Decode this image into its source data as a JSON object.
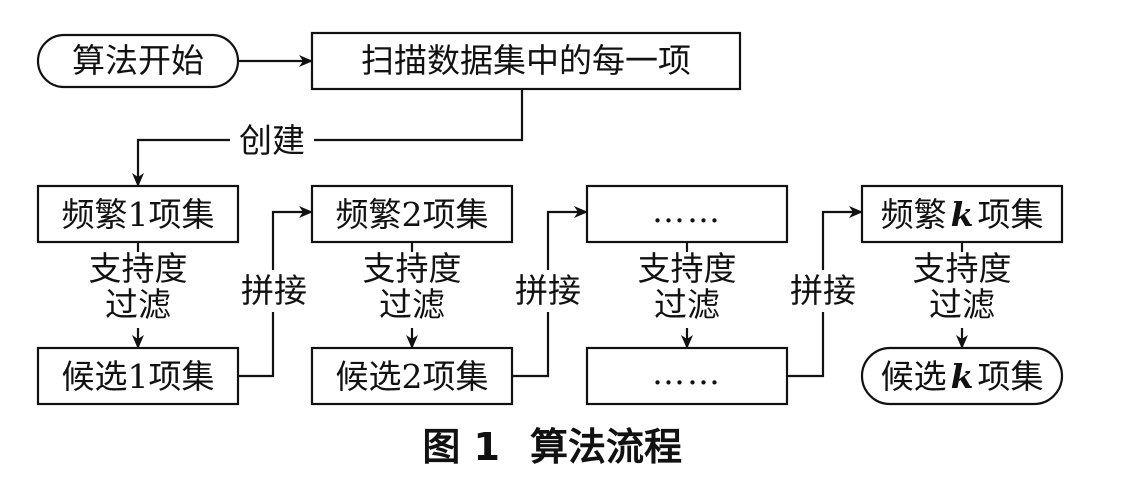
{
  "nodes": {
    "start": "算法开始",
    "scan": "扫描数据集中的每一项",
    "freq1": "频繁1项集",
    "freq2": "频繁2项集",
    "freq_dots": "……",
    "freqk_prefix": "频繁",
    "freqk_k": "k",
    "freqk_suffix": "项集",
    "cand1": "候选1项集",
    "cand2": "候选2项集",
    "cand_dots": "……",
    "candk_prefix": "候选",
    "candk_k": "k",
    "candk_suffix": "项集"
  },
  "edges": {
    "create": "创建",
    "support_line1": "支持度",
    "support_line2": "过滤",
    "join": "拼接"
  },
  "caption": {
    "figure": "图 1",
    "title": "算法流程"
  }
}
